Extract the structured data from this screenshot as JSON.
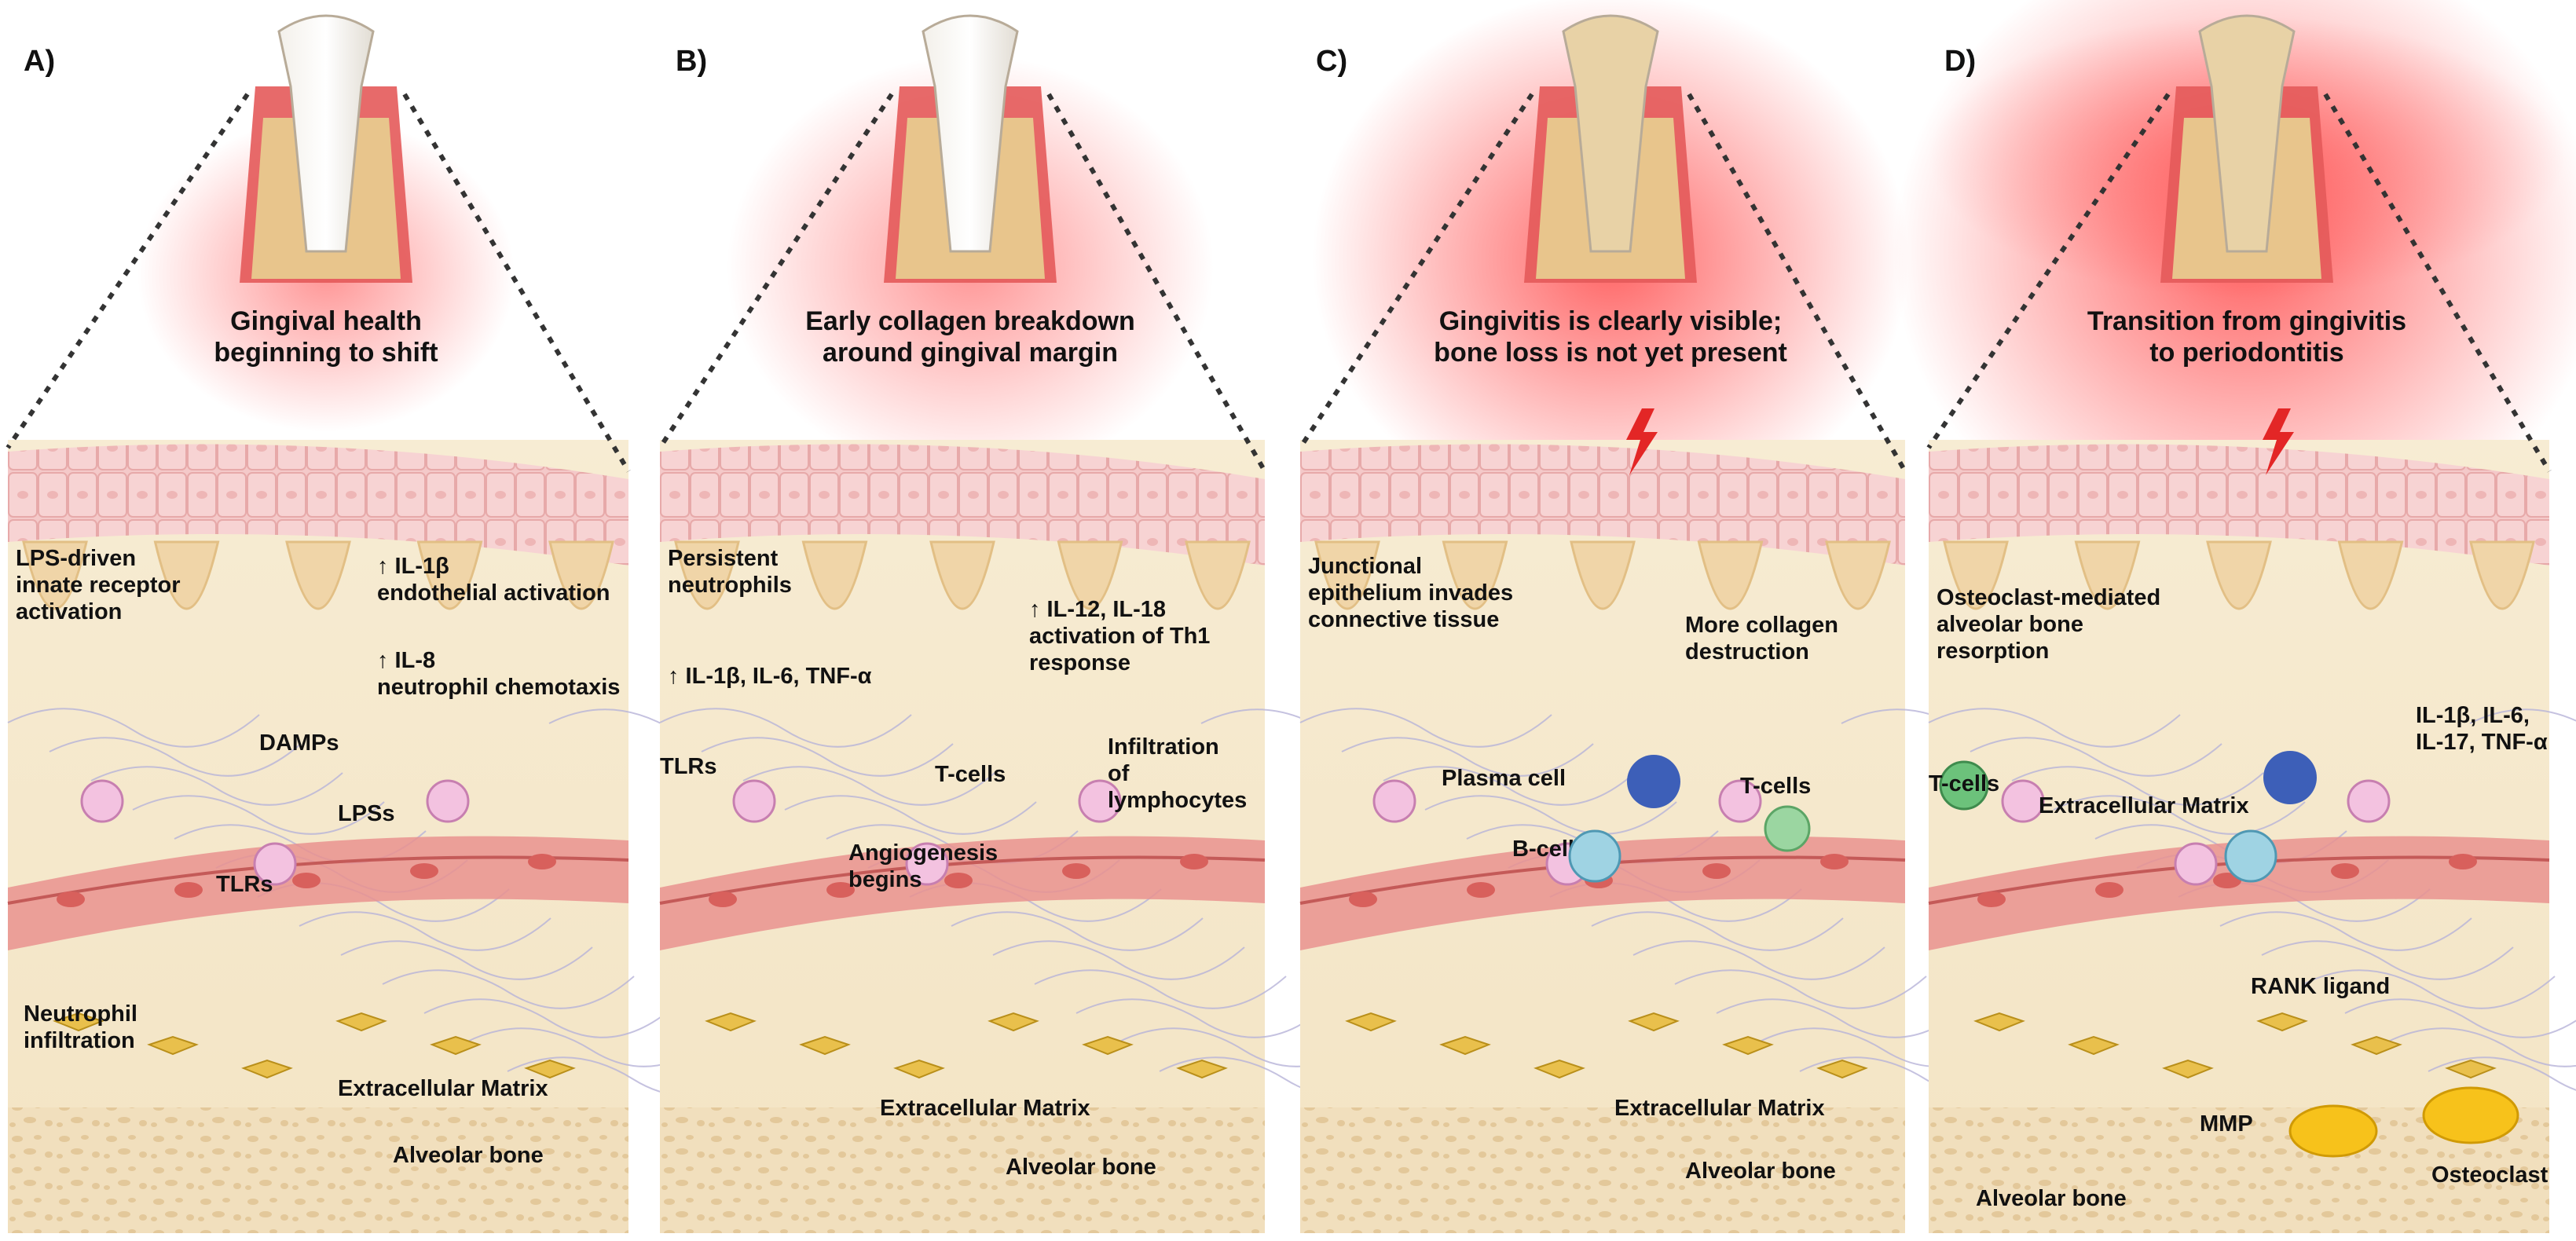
{
  "colors": {
    "epithelium": "#f2c6c6",
    "connective": "#f4e6c8",
    "bone": "#f1dfbd",
    "vessel": "#e9928f",
    "inflammation": "#ff3b3b",
    "bolt": "#e32626",
    "osteoclast": "#f7c21b"
  },
  "panels": [
    {
      "label": "A)",
      "title": [
        "Gingival health",
        "beginning to shift"
      ],
      "annotations": {
        "lps_receptor": [
          "LPS-driven",
          "innate receptor",
          "activation"
        ],
        "il1b": [
          "↑ IL-1β",
          "endothelial activation"
        ],
        "il8": [
          "↑ IL-8",
          "neutrophil chemotaxis"
        ],
        "damps": "DAMPs",
        "lpss": "LPSs",
        "tlrs": "TLRs",
        "neutrophil": [
          "Neutrophil",
          "infiltration"
        ],
        "ecm": "Extracellular Matrix",
        "bone": "Alveolar bone"
      }
    },
    {
      "label": "B)",
      "title": [
        "Early collagen breakdown",
        "around gingival margin"
      ],
      "annotations": {
        "persistent": [
          "Persistent",
          "neutrophils"
        ],
        "il12": [
          "↑ IL-12, IL-18",
          "activation of Th1",
          "response"
        ],
        "il1b": "↑ IL-1β, IL-6, TNF-α",
        "tlrs": "TLRs",
        "tcells": "T-cells",
        "infiltration": [
          "Infiltration",
          "of",
          "lymphocytes"
        ],
        "angiogenesis": [
          "Angiogenesis",
          "begins"
        ],
        "ecm": "Extracellular Matrix",
        "bone": "Alveolar bone"
      }
    },
    {
      "label": "C)",
      "title": [
        "Gingivitis is clearly visible;",
        "bone loss is not yet present"
      ],
      "annotations": {
        "junctional": [
          "Junctional",
          "epithelium invades",
          "connective tissue"
        ],
        "collagen": [
          "More collagen",
          "destruction"
        ],
        "plasma": "Plasma cell",
        "tcells": "T-cells",
        "bcell": "B-cell",
        "ecm": "Extracellular Matrix",
        "bone": "Alveolar bone"
      }
    },
    {
      "label": "D)",
      "title": [
        "Transition from gingivitis",
        "to periodontitis"
      ],
      "annotations": {
        "osteoclast_mediated": [
          "Osteoclast-mediated",
          "alveolar bone",
          "resorption"
        ],
        "tcells": "T-cells",
        "ecm": "Extracellular Matrix",
        "cytokines": [
          "IL-1β, IL-6,",
          "IL-17, TNF-α"
        ],
        "rank": "RANK ligand",
        "mmp": "MMP",
        "osteoclast": "Osteoclast",
        "bone": "Alveolar bone"
      }
    }
  ]
}
